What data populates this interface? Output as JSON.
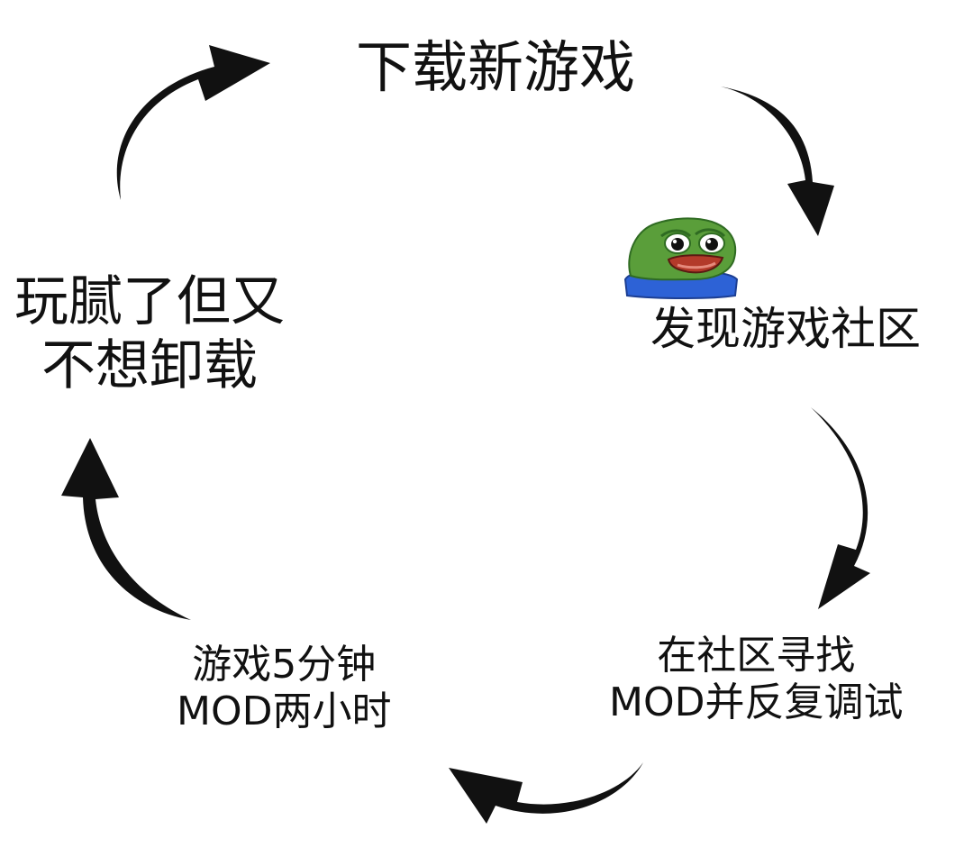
{
  "diagram": {
    "nodes": [
      {
        "id": "download",
        "lines": [
          "下载新游戏"
        ]
      },
      {
        "id": "community",
        "lines": [
          "发现游戏社区"
        ]
      },
      {
        "id": "mods",
        "lines": [
          "在社区寻找",
          "MOD并反复调试"
        ]
      },
      {
        "id": "play",
        "lines": [
          "游戏5分钟",
          "MOD两小时"
        ]
      },
      {
        "id": "bored",
        "lines": [
          "玩腻了但又",
          "不想卸载"
        ]
      }
    ],
    "edges": [
      {
        "from": "download",
        "to": "community"
      },
      {
        "from": "community",
        "to": "mods"
      },
      {
        "from": "mods",
        "to": "play"
      },
      {
        "from": "play",
        "to": "bored"
      },
      {
        "from": "bored",
        "to": "download"
      }
    ],
    "arrow_color": "#111111",
    "frog": {
      "skin": "#5a9e3a",
      "dark": "#2f6b22",
      "shirt": "#2d62d6",
      "mouth": "#b33a2a"
    }
  }
}
